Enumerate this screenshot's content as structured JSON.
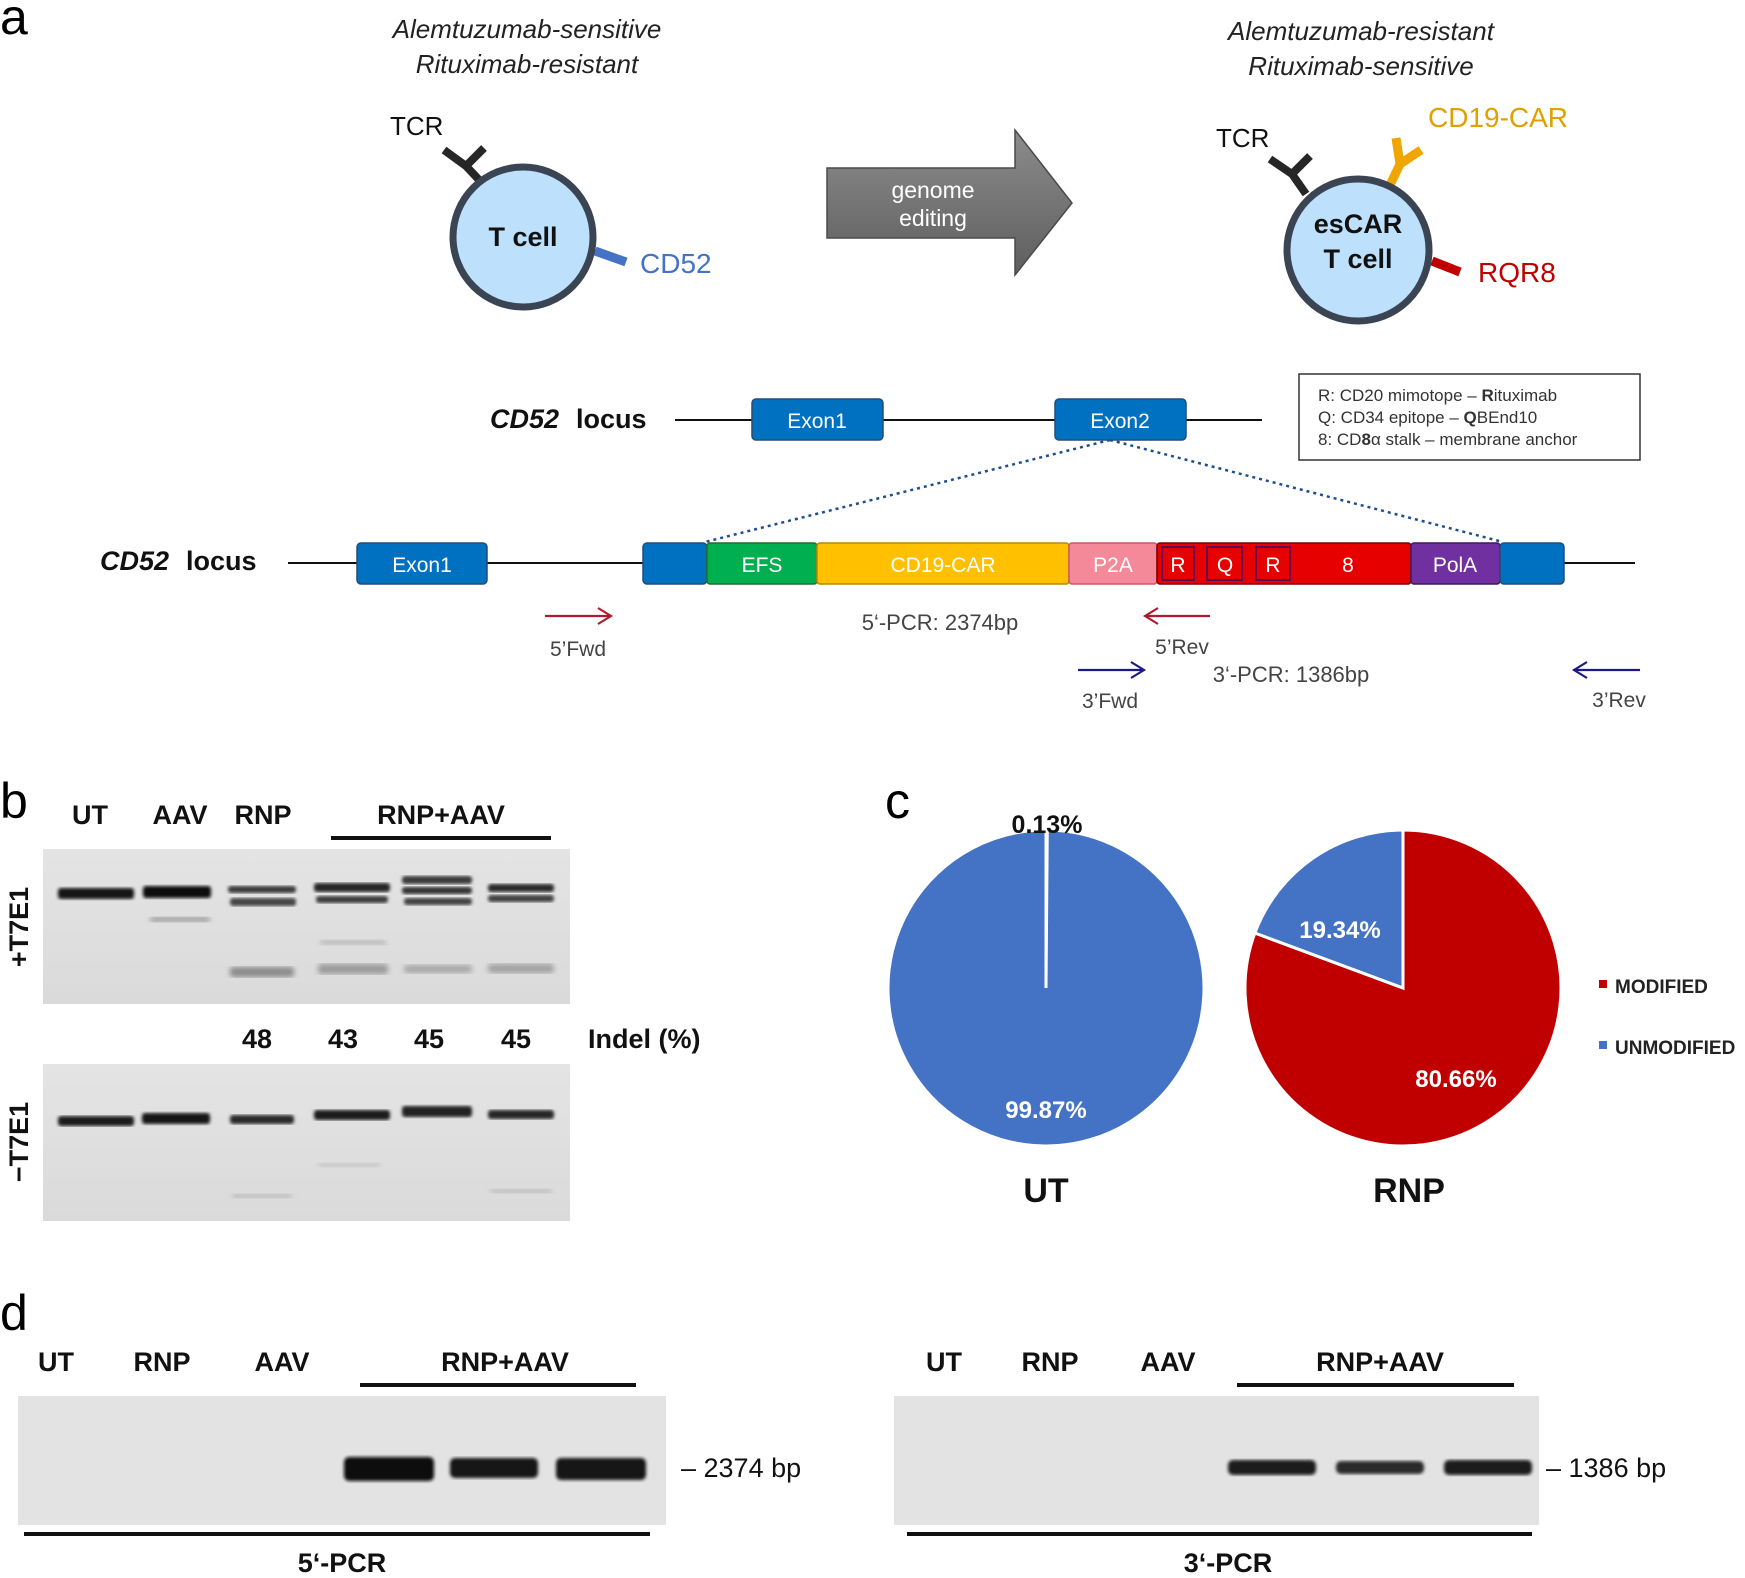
{
  "panel_a": {
    "label": "a",
    "left_cell": {
      "line1": "Alemtuzumab-sensitive",
      "line2": "Rituximab-resistant",
      "tcr": "TCR",
      "cell": "T cell",
      "cd52": "CD52"
    },
    "arrow": {
      "line1": "genome",
      "line2": "editing"
    },
    "right_cell": {
      "line1": "Alemtuzumab-resistant",
      "line2": "Rituximab-sensitive",
      "tcr": "TCR",
      "car": "CD19-CAR",
      "cell1": "esCAR",
      "cell2": "T cell",
      "rqr8": "RQR8"
    },
    "locus_wt": {
      "gene": "CD52",
      "label": "locus",
      "exon1": "Exon1",
      "exon2": "Exon2"
    },
    "legend": {
      "l1_pre": "R: CD20 mimotope – ",
      "l1_b": "R",
      "l1_post": "ituximab",
      "l2_pre": "Q: CD34 epitope – ",
      "l2_b": "Q",
      "l2_post": "BEnd10",
      "l3_pre": "8: CD",
      "l3_b": "8",
      "l3_post": "α stalk – membrane anchor"
    },
    "locus_ed": {
      "gene": "CD52",
      "label": "locus",
      "exon1": "Exon1",
      "efs": "EFS",
      "car": "CD19-CAR",
      "p2a": "P2A",
      "r1": "R",
      "q": "Q",
      "r2": "R",
      "e8": "8",
      "pola": "PolA"
    },
    "primers": {
      "fwd5": "5’Fwd",
      "pcr5": "5‘-PCR: 2374bp",
      "rev5": "5’Rev",
      "fwd3": "3’Fwd",
      "pcr3": "3‘-PCR:   1386bp",
      "rev3": "3’Rev"
    },
    "colors": {
      "exon": "#0070c0",
      "efs": "#00b050",
      "car": "#ffc000",
      "p2a": "#f4899a",
      "rqr8": "#e60000",
      "pola": "#7030a0",
      "cell_fill": "#bde0fd",
      "cd52": "#4472c4",
      "car_receptor": "#f0a500",
      "rqr8_receptor": "#c00000"
    }
  },
  "panel_b": {
    "label": "b",
    "lanes": [
      "UT",
      "AAV",
      "RNP",
      "RNP+AAV"
    ],
    "row_plus": "+T7E1",
    "row_minus": "−T7E1",
    "indel_values": [
      "48",
      "43",
      "45",
      "45"
    ],
    "indel_label": "Indel (%)"
  },
  "panel_c": {
    "label": "c",
    "chart_data": [
      {
        "type": "pie",
        "title": "UT",
        "slices": [
          {
            "name": "MODIFIED",
            "value": 0.13,
            "label": "0.13%"
          },
          {
            "name": "UNMODIFIED",
            "value": 99.87,
            "label": "99.87%"
          }
        ]
      },
      {
        "type": "pie",
        "title": "RNP",
        "slices": [
          {
            "name": "MODIFIED",
            "value": 80.66,
            "label": "80.66%"
          },
          {
            "name": "UNMODIFIED",
            "value": 19.34,
            "label": "19.34%"
          }
        ]
      }
    ],
    "legend": [
      {
        "name": "MODIFIED",
        "color": "#c00000"
      },
      {
        "name": "UNMODIFIED",
        "color": "#4472c4"
      }
    ]
  },
  "panel_d": {
    "label": "d",
    "left": {
      "lanes": [
        "UT",
        "RNP",
        "AAV",
        "RNP+AAV"
      ],
      "band": "– 2374 bp",
      "caption": "5‘-PCR"
    },
    "right": {
      "lanes": [
        "UT",
        "RNP",
        "AAV",
        "RNP+AAV"
      ],
      "band": "– 1386 bp",
      "caption": "3‘-PCR"
    }
  }
}
